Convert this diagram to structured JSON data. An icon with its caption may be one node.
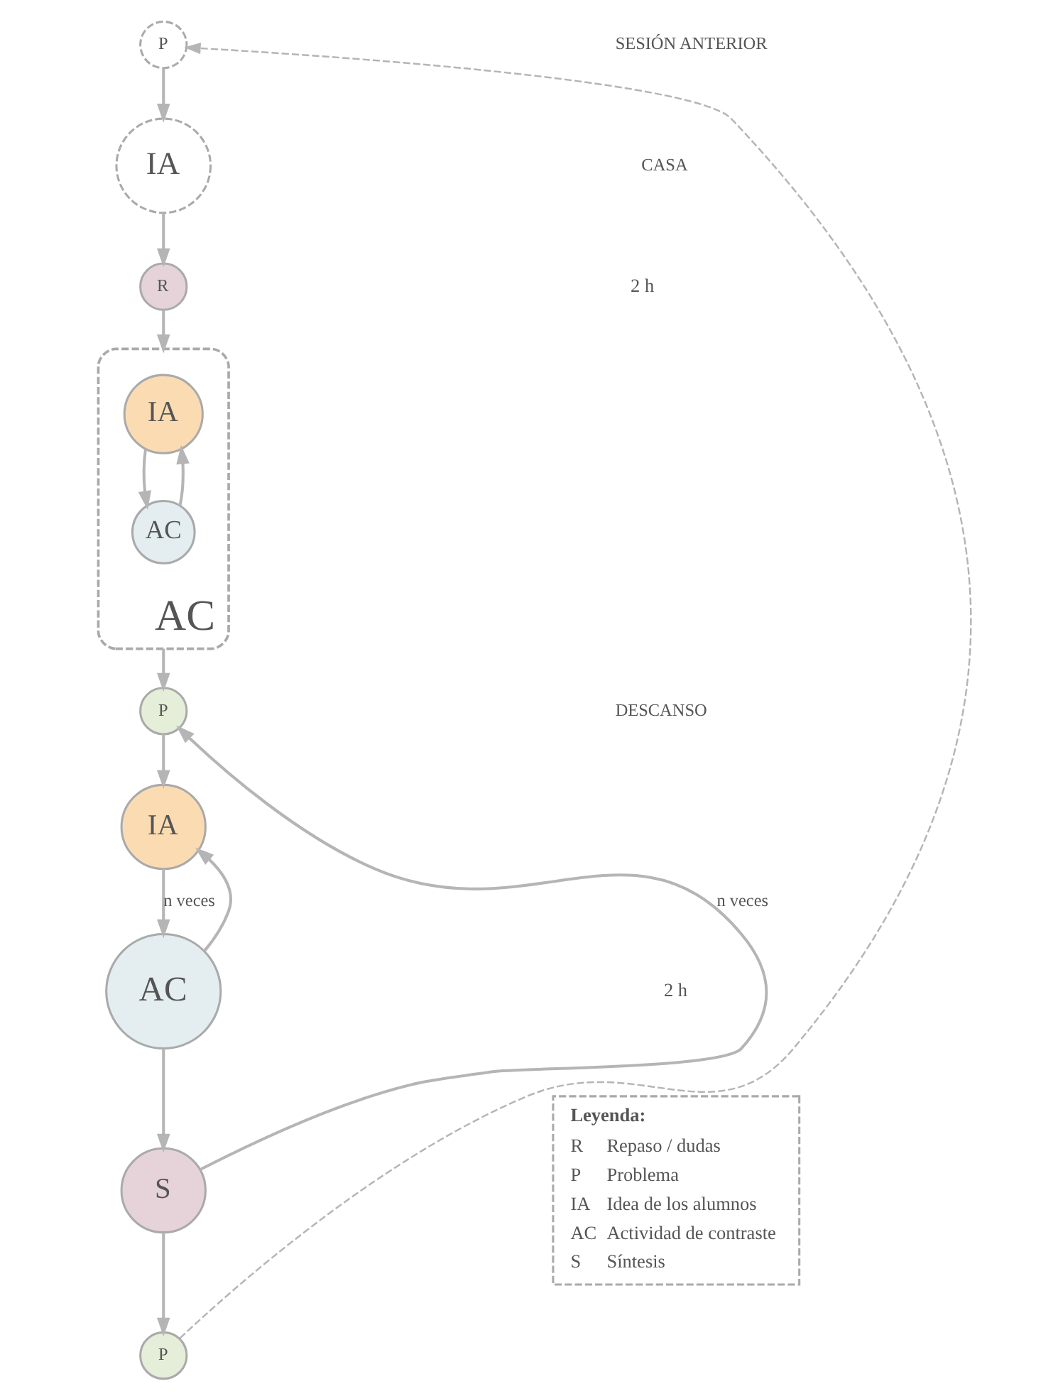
{
  "diagram": {
    "nodes": [
      {
        "text": [
          "P"
        ]
      },
      {
        "text": [
          "IA"
        ]
      },
      {
        "text": [
          "R"
        ]
      },
      {
        "text": [
          "AC"
        ]
      },
      {
        "text": [
          "IA"
        ],
        "in": 3
      },
      {
        "text": [
          "AC"
        ],
        "in": 3
      },
      {
        "text": [
          "P"
        ]
      },
      {
        "text": [
          "IA"
        ]
      },
      {
        "text": [
          "AC"
        ]
      },
      {
        "text": [
          "S"
        ]
      },
      {
        "text": [
          "P"
        ]
      }
    ],
    "edges": [
      {
        "from": 0,
        "to": 1,
        "arrow": "to"
      },
      {
        "from": 1,
        "to": 2,
        "arrow": "to"
      },
      {
        "from": 2,
        "to": 3,
        "arrow": "to"
      },
      {
        "from": 4,
        "to": 5,
        "arrow": "to"
      },
      {
        "from": 5,
        "to": 4,
        "arrow": "to"
      },
      {
        "from": 3,
        "to": 6,
        "arrow": "to"
      },
      {
        "from": 6,
        "to": 7,
        "arrow": "to"
      },
      {
        "from": 7,
        "to": 8,
        "label": "n veces",
        "arrow": "to"
      },
      {
        "from": 8,
        "to": 7,
        "arrow": "to"
      },
      {
        "from": 8,
        "to": 9,
        "arrow": "to"
      },
      {
        "from": 9,
        "to": 6,
        "label": "n veces",
        "arrow": "to"
      },
      {
        "from": 9,
        "to": 10,
        "arrow": "to"
      },
      {
        "from": 10,
        "to": 0,
        "arrow": "to",
        "style": "dashed"
      }
    ],
    "labels": [
      "SESIÓN ANTERIOR",
      "CASA",
      "2 h",
      "DESCANSO",
      "2 h",
      "Leyenda:",
      "R",
      "Repaso / dudas",
      "P",
      "Problema",
      "IA",
      "Idea de los alumnos",
      "AC",
      "Actividad de contraste",
      "S",
      "Síntesis"
    ]
  }
}
